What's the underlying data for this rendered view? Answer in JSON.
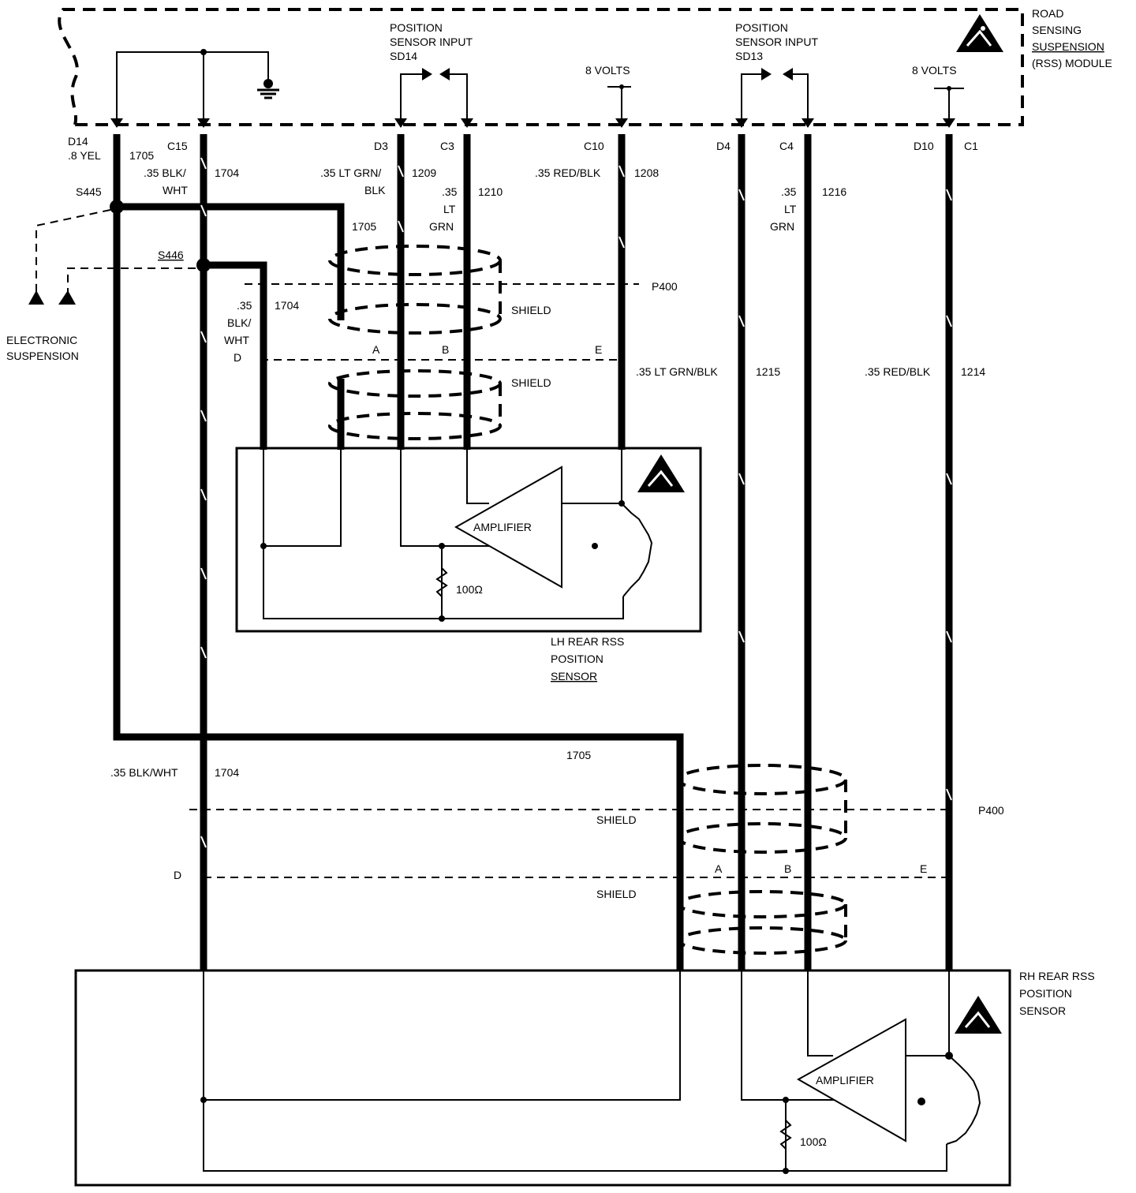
{
  "module": {
    "title_lines": [
      "ROAD",
      "SENSING",
      "SUSPENSION",
      "(RSS) MODULE"
    ]
  },
  "inputs": {
    "sd14": [
      "POSITION",
      "SENSOR INPUT",
      "SD14"
    ],
    "sd13": [
      "POSITION",
      "SENSOR INPUT",
      "SD13"
    ],
    "volts_left": "8 VOLTS",
    "volts_right": "8 VOLTS"
  },
  "pins_top": {
    "d14": "D14",
    "c15": "C15",
    "d3": "D3",
    "c3": "C3",
    "c10": "C10",
    "d4": "D4",
    "c4": "C4",
    "d10": "D10",
    "c1": "C1"
  },
  "wires": {
    "w1705_color": ".8 YEL",
    "w1705": "1705",
    "w1704_color": [
      ".35 BLK/",
      "WHT"
    ],
    "w1704": "1704",
    "w1209_color": [
      ".35 LT GRN/",
      "BLK"
    ],
    "w1209": "1209",
    "w1210_color": [
      ".35",
      "LT",
      "GRN"
    ],
    "w1210": "1210",
    "w1208_color": ".35 RED/BLK",
    "w1208": "1208",
    "w1216_color": [
      ".35",
      "LT",
      "GRN"
    ],
    "w1216": "1216",
    "w1705_mid": "1705",
    "w1704_lower_color": [
      ".35",
      "BLK/",
      "WHT"
    ],
    "w1704_lower": "1704",
    "w1215_color": ".35 LT GRN/BLK",
    "w1215": "1215",
    "w1214_color": ".35 RED/BLK",
    "w1214": "1214",
    "w1705_low": "1705",
    "w1704_low_color": ".35 BLK/WHT",
    "w1704_low": "1704"
  },
  "splices": {
    "s445": "S445",
    "s446": "S446"
  },
  "ground_label": [
    "ELECTRONIC",
    "SUSPENSION"
  ],
  "connector_p400_top": "P400",
  "connector_p400_bottom": "P400",
  "shield": [
    "SHIELD",
    "SHIELD",
    "SHIELD",
    "SHIELD"
  ],
  "pins_lh": {
    "d": "D",
    "a": "A",
    "b": "B",
    "e": "E"
  },
  "pins_rh": {
    "d": "D",
    "a": "A",
    "b": "B",
    "e": "E"
  },
  "lh_sensor": {
    "label_lines": [
      "LH REAR RSS",
      "POSITION",
      "SENSOR"
    ],
    "amplifier": "AMPLIFIER",
    "resistor": "100Ω"
  },
  "rh_sensor": {
    "label_lines": [
      "RH REAR RSS",
      "POSITION",
      "SENSOR"
    ],
    "amplifier": "AMPLIFIER",
    "resistor": "100Ω"
  }
}
